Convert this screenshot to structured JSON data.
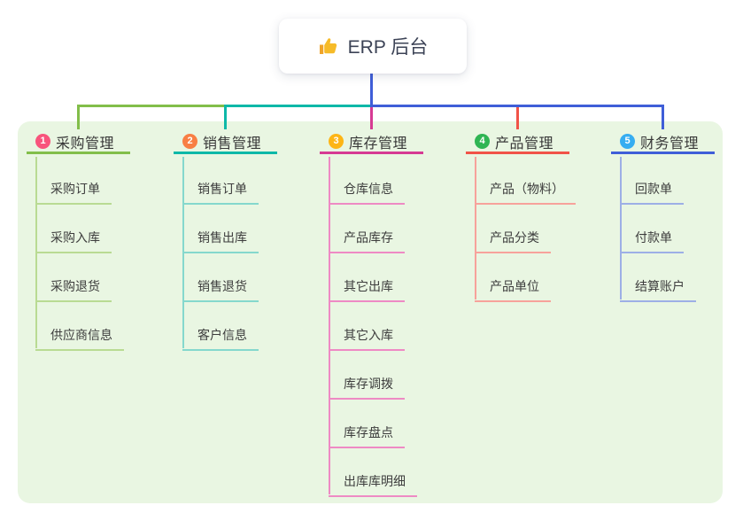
{
  "root": {
    "label": "ERP 后台",
    "icon": "thumbs-up-icon",
    "icon_color": "#f6bb29"
  },
  "panel": {
    "background_color": "#e9f6e2"
  },
  "branches": [
    {
      "num": "1",
      "label": "采购管理",
      "badge_color": "#f8547c",
      "line_color": "#82be4a",
      "light_line_color": "#b9db93",
      "children": [
        "采购订单",
        "采购入库",
        "采购退货",
        "供应商信息"
      ]
    },
    {
      "num": "2",
      "label": "销售管理",
      "badge_color": "#f87f44",
      "line_color": "#0eb8a8",
      "light_line_color": "#85d8cd",
      "children": [
        "销售订单",
        "销售出库",
        "销售退货",
        "客户信息"
      ]
    },
    {
      "num": "3",
      "label": "库存管理",
      "badge_color": "#fdb515",
      "line_color": "#d63a93",
      "light_line_color": "#ee8ac4",
      "children": [
        "仓库信息",
        "产品库存",
        "其它出库",
        "其它入库",
        "库存调拨",
        "库存盘点",
        "出库库明细"
      ]
    },
    {
      "num": "4",
      "label": "产品管理",
      "badge_color": "#2fb553",
      "line_color": "#f15348",
      "light_line_color": "#f7a29b",
      "children": [
        "产品（物料）",
        "产品分类",
        "产品单位"
      ]
    },
    {
      "num": "5",
      "label": "财务管理",
      "badge_color": "#36adf1",
      "line_color": "#3f5ed8",
      "light_line_color": "#9dafe6",
      "children": [
        "回款单",
        "付款单",
        "结算账户"
      ]
    }
  ]
}
